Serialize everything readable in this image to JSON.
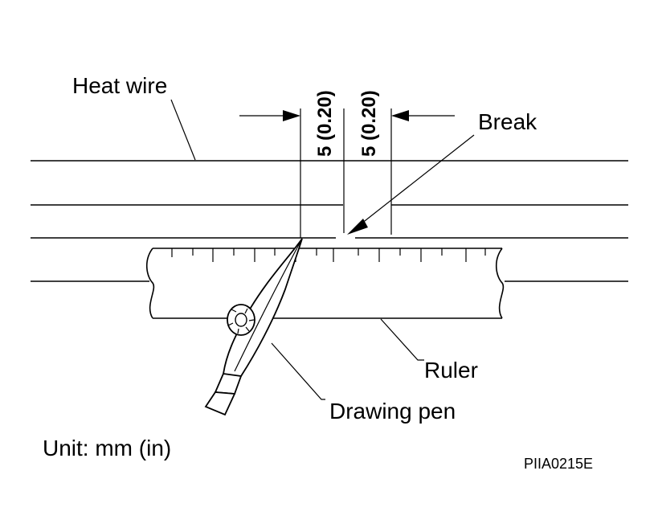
{
  "labels": {
    "heat_wire": "Heat wire",
    "break": "Break",
    "ruler": "Ruler",
    "drawing_pen": "Drawing pen",
    "unit": "Unit: mm (in)",
    "figure_code": "PIIA0215E"
  },
  "dimensions": {
    "left": "5 (0.20)",
    "right": "5 (0.20)"
  }
}
